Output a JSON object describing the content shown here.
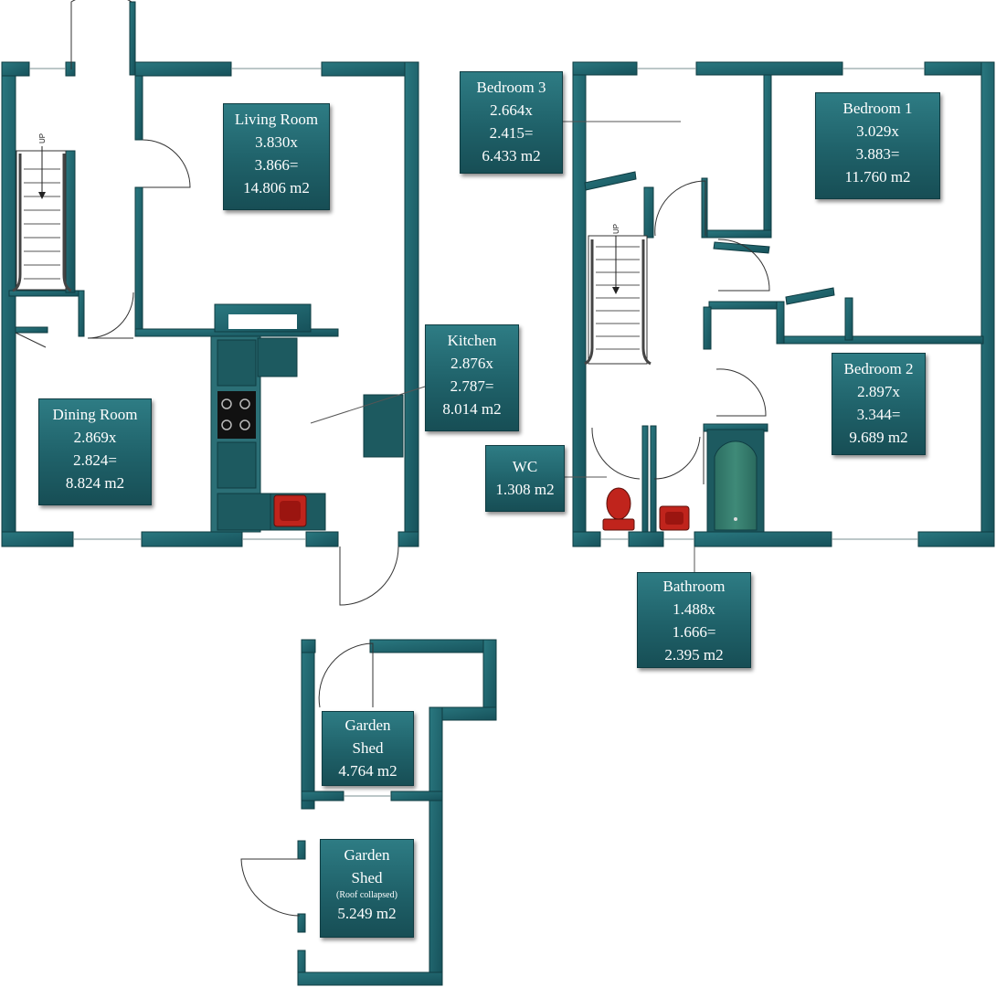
{
  "rooms": {
    "living_room": {
      "name": "Living Room",
      "w": "3.830x",
      "l": "3.866=",
      "area": "14.806 m2"
    },
    "dining_room": {
      "name": "Dining Room",
      "w": "2.869x",
      "l": "2.824=",
      "area": "8.824 m2"
    },
    "kitchen": {
      "name": "Kitchen",
      "w": "2.876x",
      "l": "2.787=",
      "area": "8.014 m2"
    },
    "bedroom_3": {
      "name": "Bedroom 3",
      "w": "2.664x",
      "l": "2.415=",
      "area": "6.433 m2"
    },
    "bedroom_1": {
      "name": "Bedroom 1",
      "w": "3.029x",
      "l": "3.883=",
      "area": "11.760 m2"
    },
    "bedroom_2": {
      "name": "Bedroom 2",
      "w": "2.897x",
      "l": "3.344=",
      "area": "9.689 m2"
    },
    "wc": {
      "name": "WC",
      "area": "1.308 m2"
    },
    "bathroom": {
      "name": "Bathroom",
      "w": "1.488x",
      "l": "1.666=",
      "area": "2.395 m2"
    },
    "garden_shed_1": {
      "name_1": "Garden",
      "name_2": "Shed",
      "area": "4.764 m2"
    },
    "garden_shed_2": {
      "name_1": "Garden",
      "name_2": "Shed",
      "note": "(Roof collapsed)",
      "area": "5.249 m2"
    }
  },
  "stairs": {
    "ground": "UP",
    "first": "UP"
  },
  "colors": {
    "wall": "#1f6169",
    "wall_dark": "#134249",
    "label": "#1f6169",
    "fixture": "#c0241c"
  }
}
